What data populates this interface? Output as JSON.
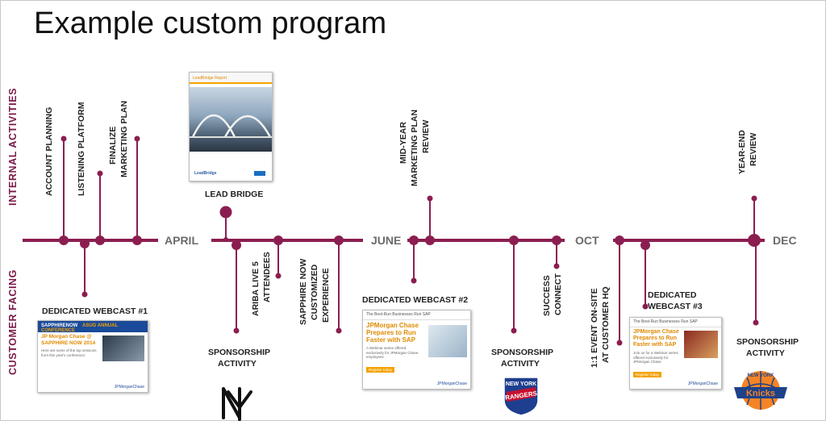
{
  "title": "Example custom program",
  "side_labels": {
    "internal": "INTERNAL ACTIVITIES",
    "customer": "CUSTOMER FACING"
  },
  "months": [
    "APRIL",
    "JUNE",
    "OCT",
    "DEC"
  ],
  "internal": {
    "account_planning": "ACCOUNT PLANNING",
    "listening_platform": "LISTENING PLATFORM",
    "finalize_1": "FINALIZE",
    "finalize_2": "MARKETING PLAN",
    "lead_bridge": "LEAD BRIDGE",
    "midyear_1": "MID-YEAR",
    "midyear_2": "MARKETING PLAN",
    "midyear_3": "REVIEW",
    "yearend_1": "YEAR-END",
    "yearend_2": "REVIEW"
  },
  "customer": {
    "webcast1": "DEDICATED WEBCAST #1",
    "sponsorship1_1": "SPONSORSHIP",
    "sponsorship1_2": "ACTIVITY",
    "ariba_1": "ARIBA LIVE 5",
    "ariba_2": "ATTENDEES",
    "sapphire_1": "SAPPHIRE NOW",
    "sapphire_2": "CUSTOMIZED",
    "sapphire_3": "EXPERIENCE",
    "webcast2": "DEDICATED WEBCAST #2",
    "sponsorship2_1": "SPONSORSHIP",
    "sponsorship2_2": "ACTIVITY",
    "success_1": "SUCCESS",
    "success_2": "CONNECT",
    "event_1": "1:1 EVENT ON-SITE",
    "event_2": "AT CUSTOMER HQ",
    "webcast3_1": "DEDICATED",
    "webcast3_2": "WEBCAST #3",
    "sponsorship3_1": "SPONSORSHIP",
    "sponsorship3_2": "ACTIVITY"
  },
  "thumbs": {
    "webcast1_banner_a": "SAPPHIRENOW",
    "webcast1_banner_b": "ASUG ANNUAL CONFERENCE",
    "webcast1_headline": "JP Morgan Chase @ SAPPHIRE NOW 2014",
    "webcast2_headline": "JPMorgan Chase Prepares to Run Faster with SAP",
    "webcast3_headline": "JPMorgan Chase Prepares to Run Faster with SAP",
    "sap_header": "The Best-Run Businesses Run SAP",
    "footer": "JPMorganChase",
    "register": "Register today",
    "leadbridge_title": "LeadBridge Report"
  },
  "logos": {
    "rangers_top": "NEW YORK",
    "rangers_main": "RANGERS",
    "knicks_top": "NEW YORK",
    "knicks_main": "Knicks"
  },
  "colors": {
    "timeline": "#8b1e50",
    "side_label": "#7a1a4a",
    "month": "#6b6b6b",
    "accent": "#f3a200"
  }
}
